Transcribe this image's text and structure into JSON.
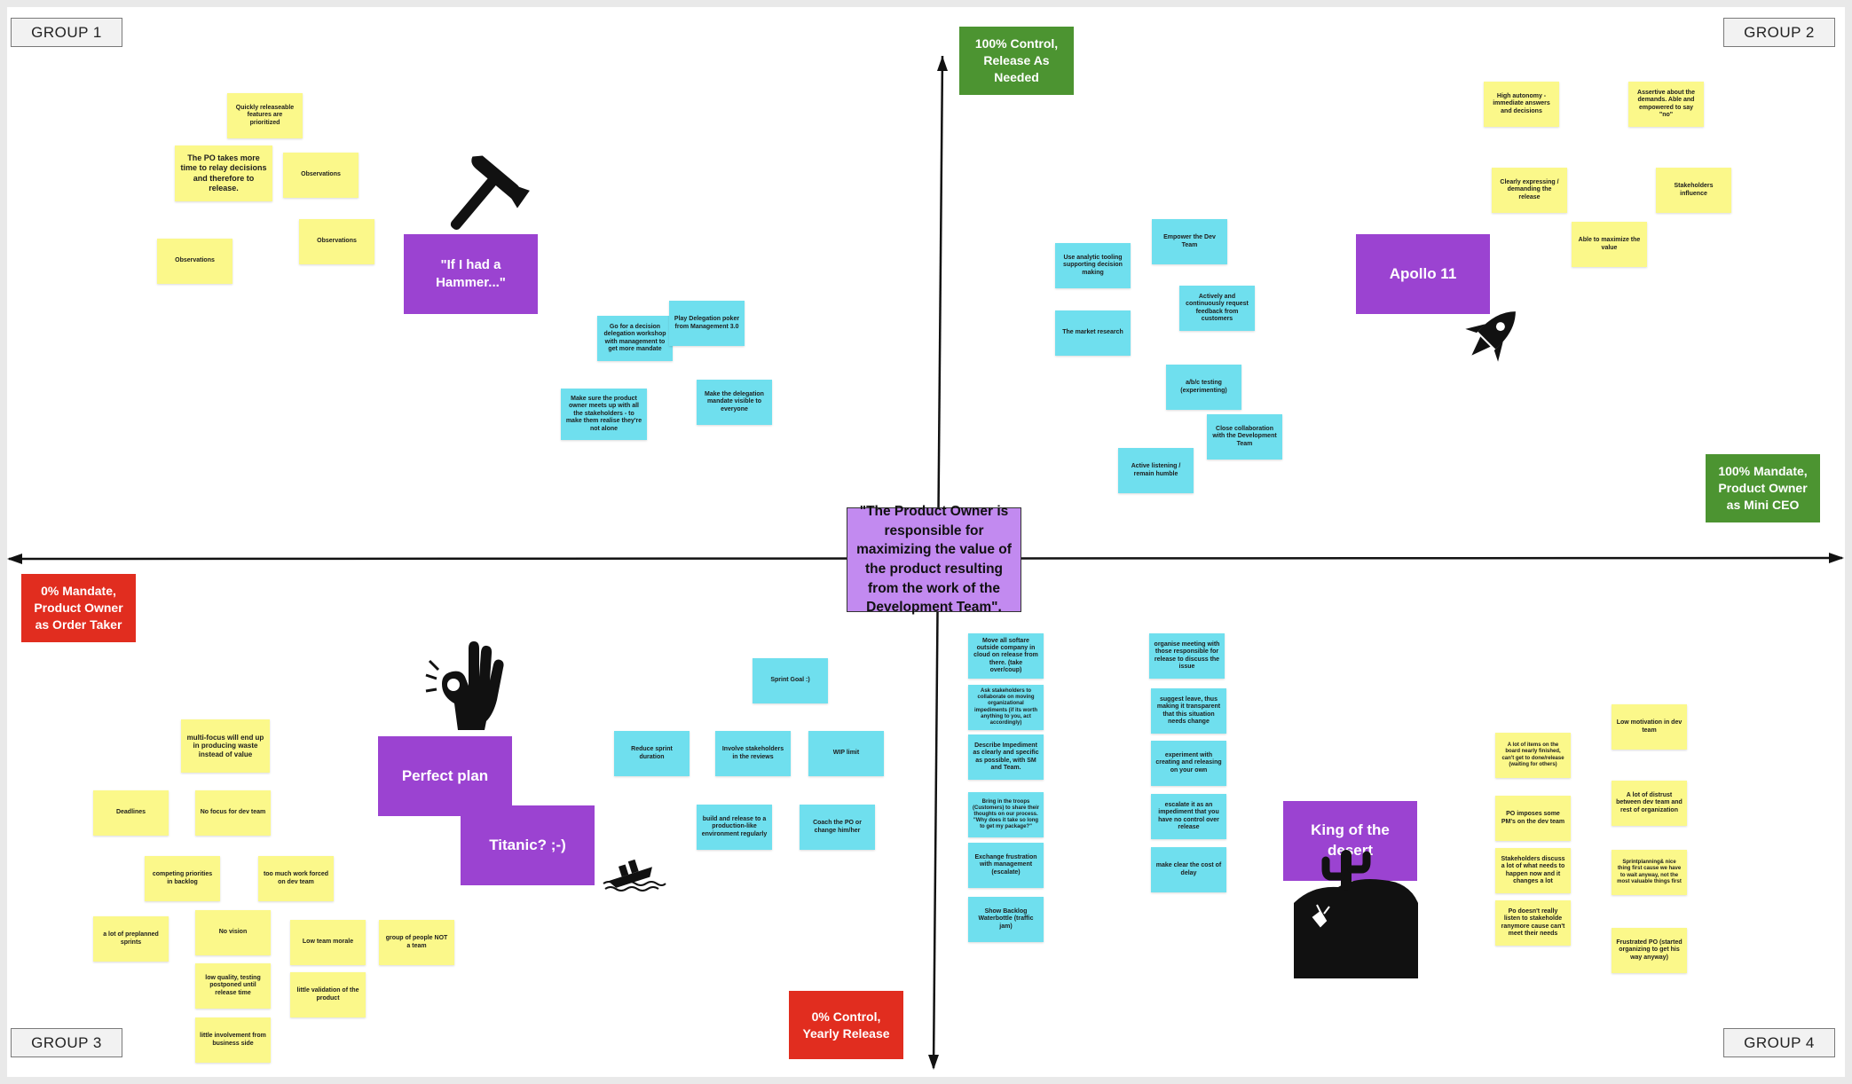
{
  "groups": {
    "g1": "GROUP 1",
    "g2": "GROUP 2",
    "g3": "GROUP 3",
    "g4": "GROUP 4"
  },
  "axes": {
    "top": "100% Control, Release As Needed",
    "bottom": "0% Control, Yearly Release",
    "left": "0% Mandate, Product Owner as Order Taker",
    "right": "100% Mandate, Product Owner as Mini CEO"
  },
  "center_quote": "\"The Product Owner is responsible for maximizing the value of the product resulting from the work of the Development Team\".",
  "colors": {
    "yellow_note": "#fbf88a",
    "cyan_note": "#6fdfee",
    "purple": "#9b43d1",
    "green": "#4c9431",
    "red": "#e12d1f",
    "center": "#c28af0"
  },
  "icons": {
    "q1": "hammer-icon",
    "q2": "rocket-icon",
    "q3a": "ok-hand-icon",
    "q3b": "sinking-ship-icon",
    "q4": "cactus-desert-icon"
  },
  "q1": {
    "title": "\"If I had a Hammer...\"",
    "yellow": [
      "Quickly releaseable features are prioritized",
      "The PO takes more time to relay decisions and therefore to release.",
      "Observations",
      "Observations",
      "Observations"
    ],
    "cyan": [
      "Go for a decision delegation workshop with management to get more mandate",
      "Play Delegation poker from Management 3.0",
      "Make sure the product owner meets up with all the stakeholders - to make them realise they're not alone",
      "Make the delegation mandate visible to everyone"
    ]
  },
  "q2": {
    "title": "Apollo 11",
    "yellow": [
      "High autonomy - immediate answers and decisions",
      "Assertive about the demands. Able and empowered to say \"no\"",
      "Clearly expressing / demanding the release",
      "Stakeholders influence",
      "Able to maximize the value"
    ],
    "cyan": [
      "Use analytic tooling supporting decision making",
      "Empower the Dev Team",
      "Actively and continuously request feedback from customers",
      "The market research",
      "a/b/c testing (experimenting)",
      "Close collaboration with the Development Team",
      "Active listening / remain humble"
    ]
  },
  "q3": {
    "title_a": "Perfect plan",
    "title_b": "Titanic? ;-)",
    "yellow": [
      "multi-focus will end up in producing waste instead of value",
      "Deadlines",
      "No focus for dev team",
      "competing priorities in backlog",
      "too much work forced on dev team",
      "a lot of preplanned sprints",
      "No vision",
      "Low team morale",
      "group of people NOT a team",
      "low quality, testing postponed until release time",
      "little validation of the product",
      "little involvement from business side"
    ],
    "cyan": [
      "Sprint Goal :)",
      "Reduce sprint duration",
      "Involve stakeholders in the reviews",
      "WIP limit",
      "build and release to a production-like environment regularly",
      "Coach the PO or change him/her"
    ]
  },
  "q4": {
    "title": "King of the desert",
    "cyan": [
      "Move all softare outside company in cloud on release from there. (take over/coup)",
      "organise meeting with those responsible for release to discuss the issue",
      "Ask stakeholders to collaborate on moving organizational impediments (if its worth anything to you, act accordingly)",
      "suggest leave, thus making it transparent that this situation needs change",
      "Describe Impediment as clearly and specific as possible, with SM and Team.",
      "experiment with creating and releasing on your own",
      "Bring in the troops (Customers) to share their thoughts on our process. \"Why does it take so long to get my package?\"",
      "escalate it as an impediment that you have no control over release",
      "Exchange frustration with management (escalate)",
      "make clear the cost of delay",
      "Show Backlog Waterbottle (traffic jam)"
    ],
    "yellow": [
      "Low motivation in dev team",
      "A lot of items on the board nearly finished, can't get to done/release (waiting for others)",
      "A lot of distrust between dev team and rest of organization",
      "PO imposes some PM's on the dev team",
      "Stakeholders discuss a lot of what needs to happen now and it changes a lot",
      "Sprintplanning& nice thing first cause we have to wait anyway, not the most valuable things first",
      "Po doesn't really listen to stakeholde ranymore cause can't meet their needs",
      "Frustrated PO (started organizing to get his way anyway)"
    ]
  }
}
